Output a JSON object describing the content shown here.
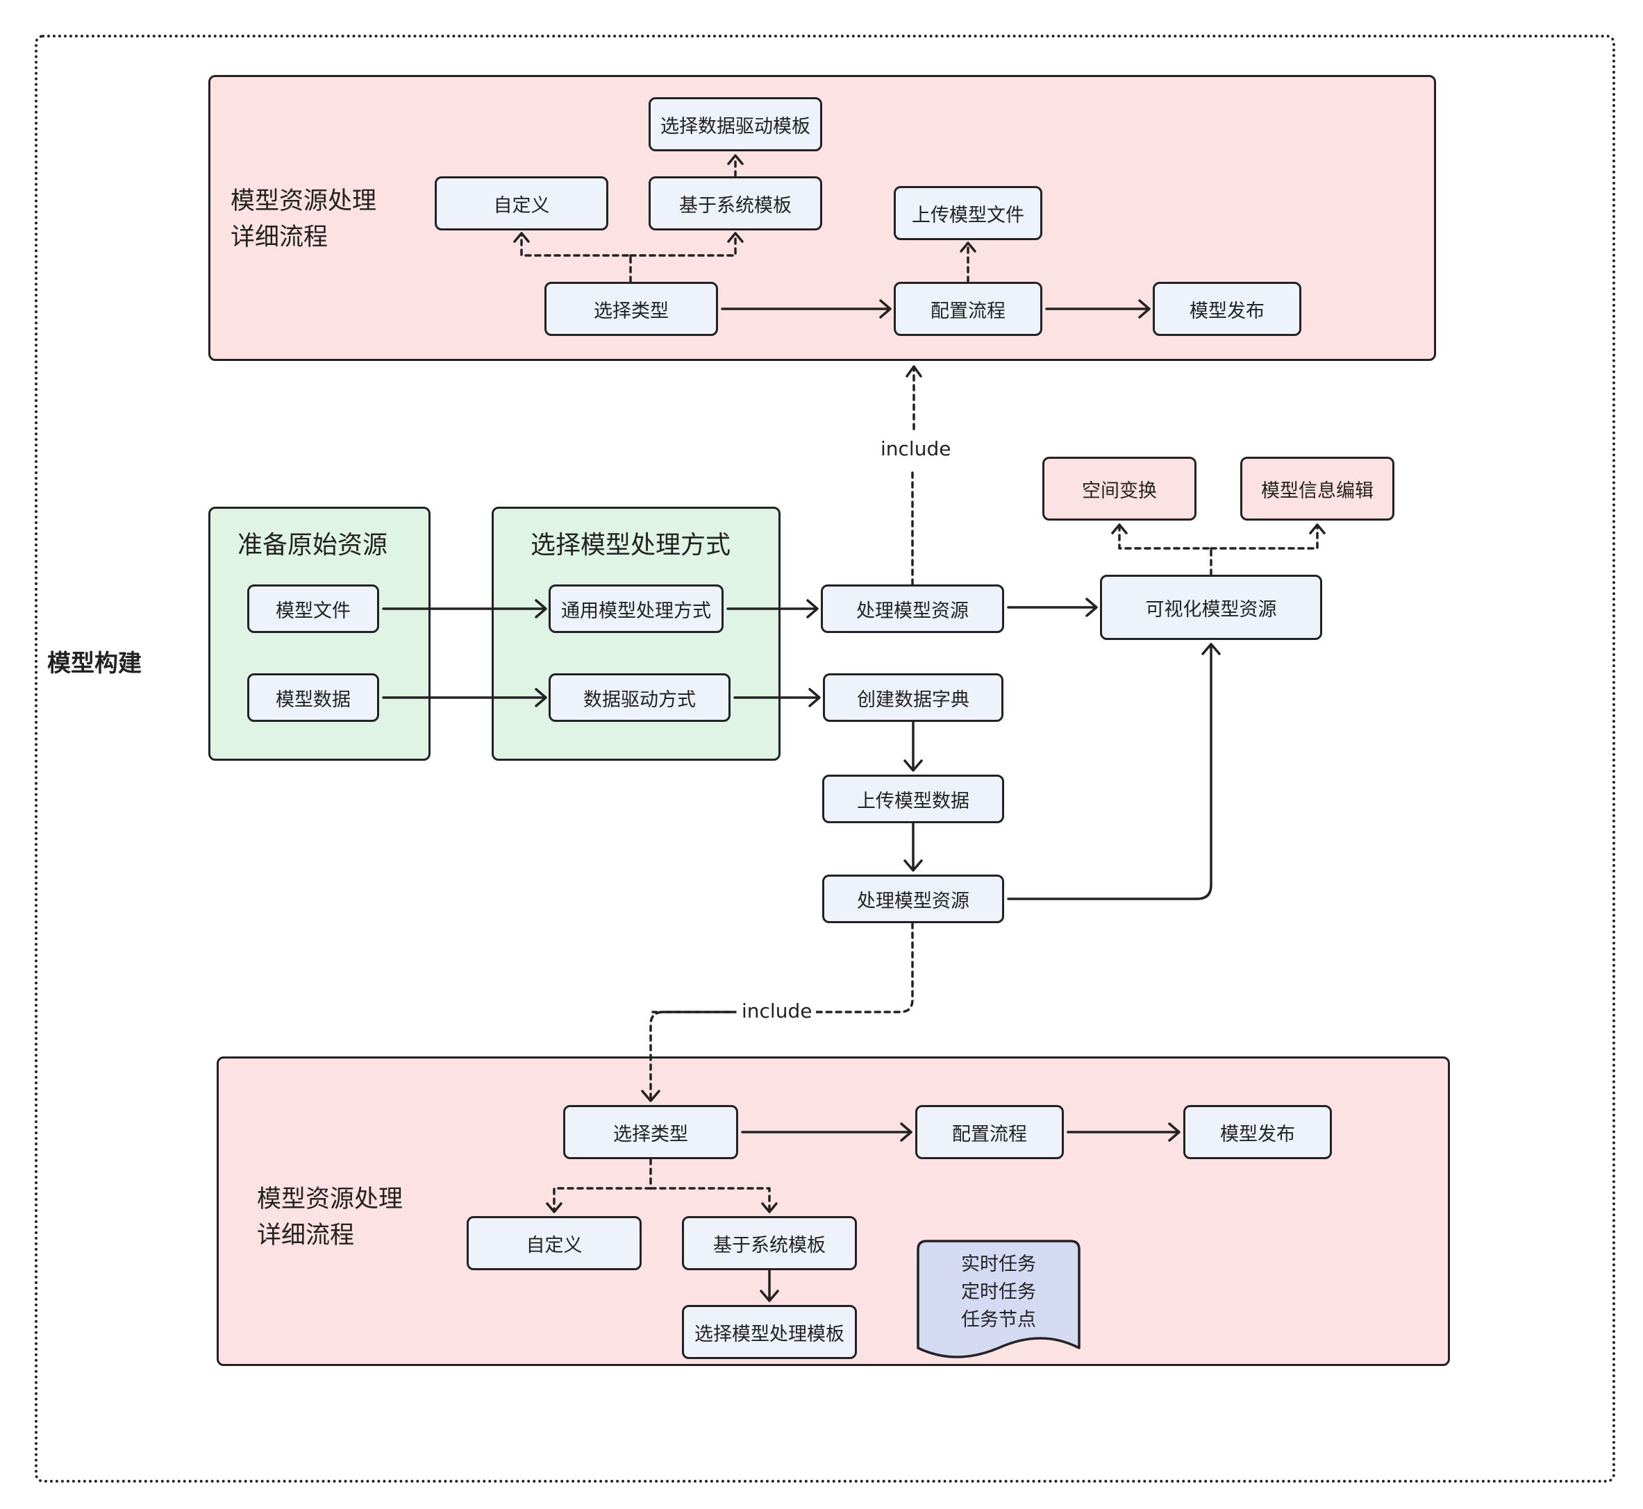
{
  "side_label": "模型构建",
  "top_panel": {
    "title_line1": "模型资源处理",
    "title_line2": "详细流程",
    "nodes": {
      "select_data_driven_template": "选择数据驱动模板",
      "custom": "自定义",
      "system_template": "基于系统模板",
      "upload_model_file": "上传模型文件",
      "select_type": "选择类型",
      "config_flow": "配置流程",
      "model_publish": "模型发布"
    }
  },
  "prepare_group": {
    "title": "准备原始资源",
    "model_file": "模型文件",
    "model_data": "模型数据"
  },
  "method_group": {
    "title": "选择模型处理方式",
    "general_method": "通用模型处理方式",
    "data_driven_method": "数据驱动方式"
  },
  "middle": {
    "process_resource_1": "处理模型资源",
    "create_dictionary": "创建数据字典",
    "upload_model_data": "上传模型数据",
    "process_resource_2": "处理模型资源",
    "visualize_resource": "可视化模型资源",
    "space_transform": "空间变换",
    "info_edit": "模型信息编辑",
    "include_top": "include",
    "include_bottom": "include"
  },
  "bottom_panel": {
    "title_line1": "模型资源处理",
    "title_line2": "详细流程",
    "nodes": {
      "select_type": "选择类型",
      "config_flow": "配置流程",
      "model_publish": "模型发布",
      "custom": "自定义",
      "system_template": "基于系统模板",
      "select_process_template": "选择模型处理模板"
    },
    "document": {
      "line1": "实时任务",
      "line2": "定时任务",
      "line3": "任务节点"
    }
  },
  "colors": {
    "panel_pink": "#fde2e3",
    "group_green": "#dff4e5",
    "node_fill": "#eef2fb",
    "document_fill": "#d3daf2",
    "stroke": "#222222"
  }
}
